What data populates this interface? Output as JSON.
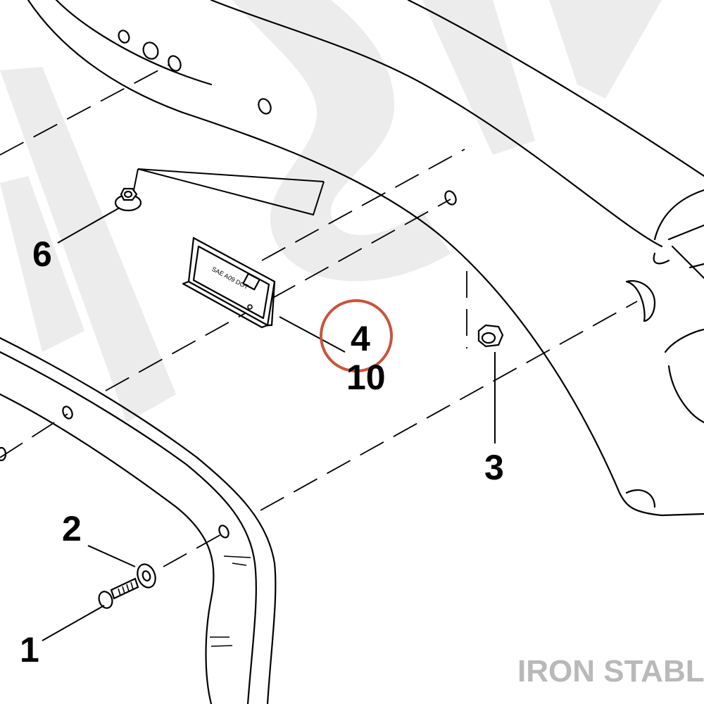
{
  "callouts": {
    "c1": "1",
    "c2": "2",
    "c3": "3",
    "c4": "4",
    "c6": "6",
    "c10": "10"
  },
  "reflector_text": {
    "main": "SAE A09 DOT"
  },
  "brand": "IRON STABLE",
  "colors": {
    "highlight": "#c8553a",
    "brand": "#b9b9b9",
    "watermark": "#ececec"
  }
}
